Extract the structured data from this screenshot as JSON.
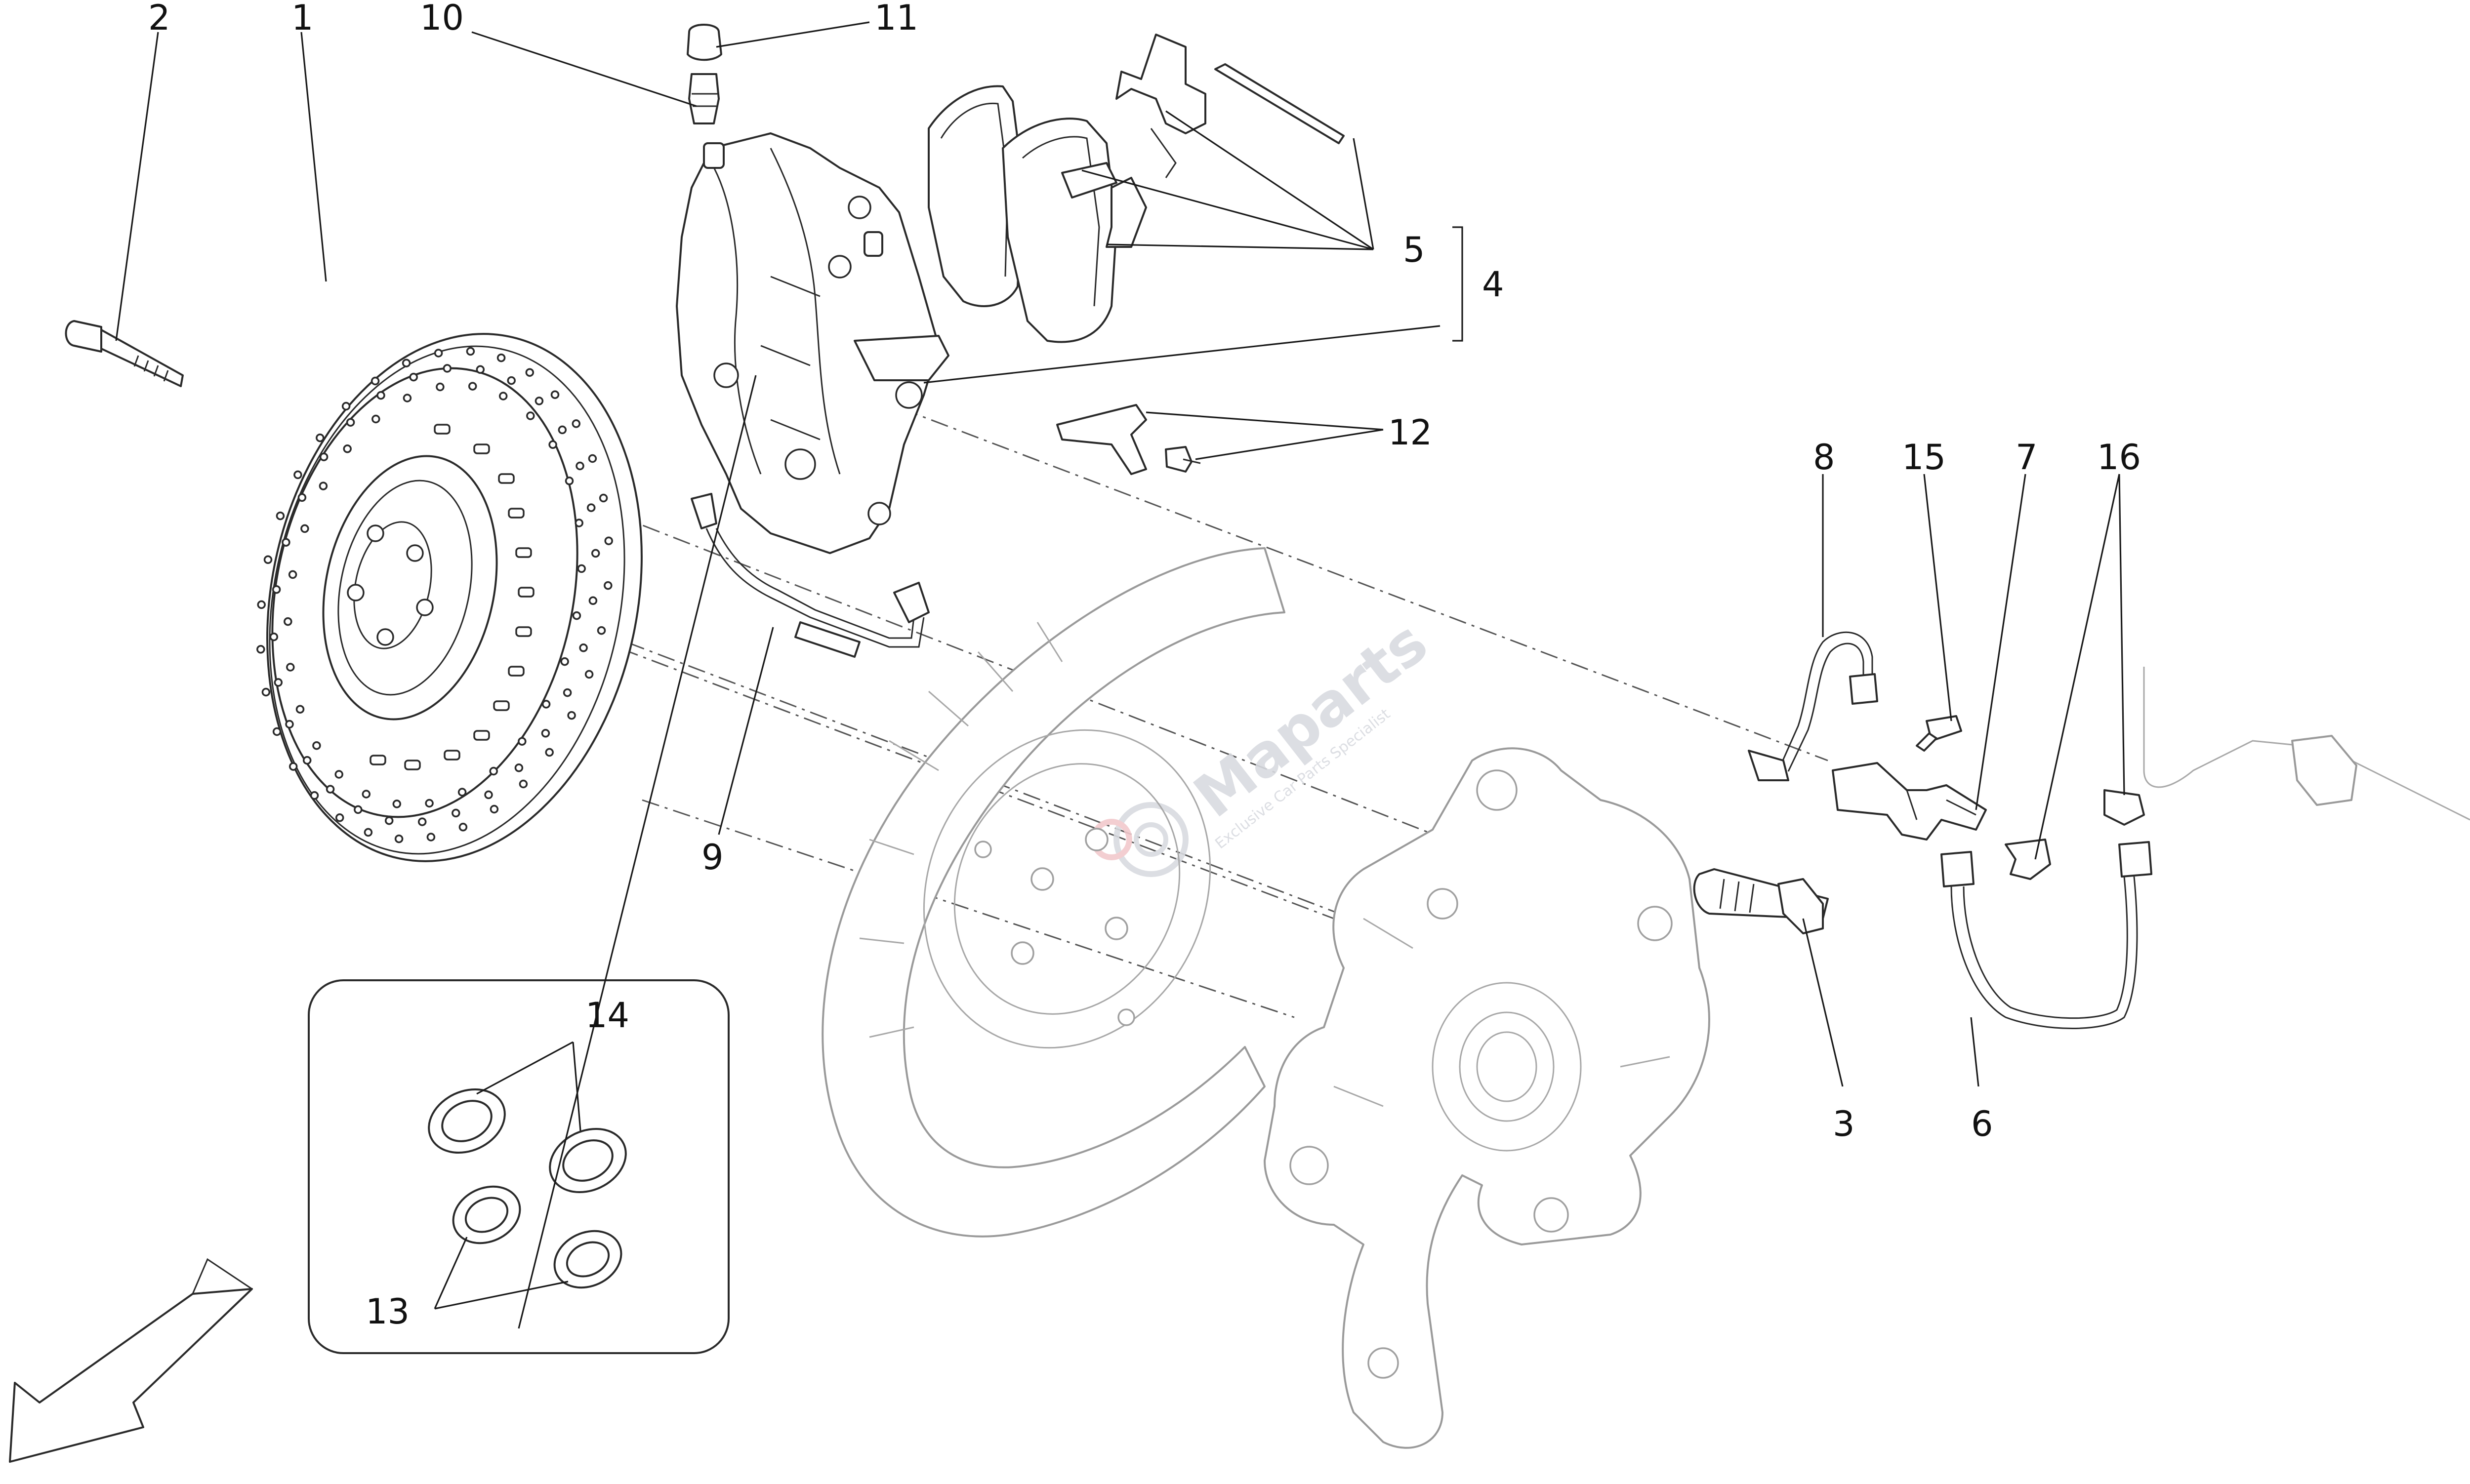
{
  "callouts": {
    "c1": "1",
    "c2": "2",
    "c3": "3",
    "c4": "4",
    "c5": "5",
    "c6": "6",
    "c7": "7",
    "c8": "8",
    "c9": "9",
    "c10": "10",
    "c11": "11",
    "c12": "12",
    "c13": "13",
    "c14": "14",
    "c15": "15",
    "c16": "16"
  },
  "watermark": {
    "brand": "Maparts",
    "tagline": "Exclusive Car Parts Specialist"
  },
  "icons": {
    "direction_arrow": "front-direction-arrow-icon",
    "watermark_logo": "maparts-logo-icon"
  },
  "colors": {
    "line": "#2a2a2a",
    "ghost_line": "#9a9a9a",
    "watermark": "#d9dbe0",
    "watermark_accent": "#f2c9cc"
  }
}
